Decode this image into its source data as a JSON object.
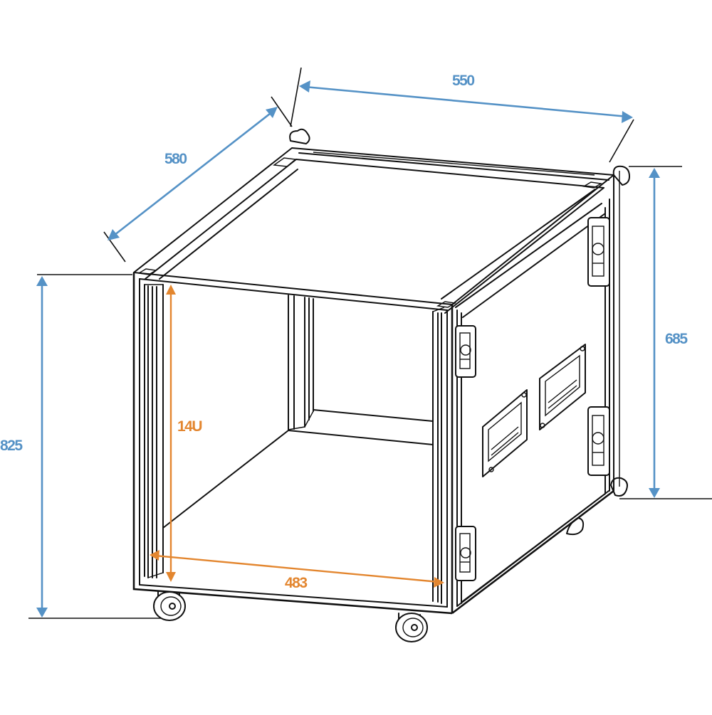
{
  "diagram": {
    "subject": "14U rack case on castors — dimension drawing",
    "colors": {
      "outer_dimension": "#5592c6",
      "inner_dimension": "#e3862f",
      "linework": "#111111",
      "background": "#ffffff"
    },
    "dimensions": {
      "width": {
        "label": "550",
        "kind": "outer"
      },
      "depth": {
        "label": "580",
        "kind": "outer"
      },
      "height_case": {
        "label": "685",
        "kind": "outer"
      },
      "height_total": {
        "label": "825",
        "kind": "outer"
      },
      "rack_units": {
        "label": "14U",
        "kind": "inner"
      },
      "rack_width": {
        "label": "483",
        "kind": "inner"
      }
    },
    "components": {
      "castors": 4,
      "side_handles": 2,
      "butterfly_latches_visible": 4
    }
  }
}
